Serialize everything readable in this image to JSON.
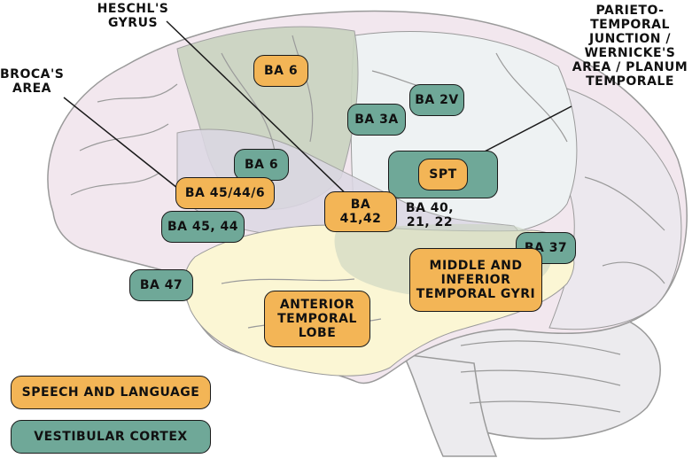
{
  "colors": {
    "speech": "#f3b556",
    "vestibular": "#6fa898",
    "frontal": "#f2e7ee",
    "motor": "#c9d4c0",
    "parietal": "#eef2f3",
    "temporal": "#fbf6d4",
    "occipital": "#ece8ee",
    "cerebellum": "#ecebee",
    "outline": "#9a9a9a"
  },
  "callouts": {
    "heschl": "HESCHL'S\nGYRUS",
    "broca": "BROCA'S\nAREA",
    "parieto": "PARIETO-\nTEMPORAL\nJUNCTION /\nWERNICKE'S\nAREA / PLANUM\nTEMPORALE"
  },
  "areas": {
    "ba6_top": "BA 6",
    "ba3a": "BA 3A",
    "ba2v": "BA 2V",
    "ba6_mid": "BA 6",
    "spt": "SPT",
    "ba45_44_6": "BA 45/44/6",
    "ba41_42": "BA\n41,42",
    "ba40_21_22": "BA 40,\n21, 22",
    "ba45_44": "BA 45, 44",
    "ba37": "BA 37",
    "middle_inferior": "MIDDLE AND\nINFERIOR\nTEMPORAL GYRI",
    "ba47": "BA 47",
    "anterior_temporal": "ANTERIOR\nTEMPORAL\nLOBE"
  },
  "legend": {
    "speech_label": "SPEECH AND LANGUAGE",
    "vestibular_label": "VESTIBULAR CORTEX"
  }
}
